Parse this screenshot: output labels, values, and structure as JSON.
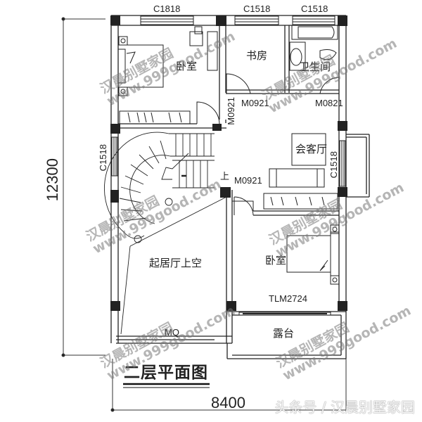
{
  "plan": {
    "title": "二层平面图",
    "dimensions": {
      "width": "8400",
      "height": "12300"
    },
    "windows": {
      "top_left": "C1818",
      "top_middle": "C1518",
      "top_right": "C1518",
      "left": "C1518",
      "right": "C1518"
    },
    "doors": {
      "bedroom1_vertical": "M0921",
      "study": "M0921",
      "bathroom": "M0821",
      "lounge": "M0921",
      "balcony_sliding": "TLM2724",
      "curtain_wall": "MQ"
    },
    "rooms": {
      "bedroom_top": "卧室",
      "study": "书房",
      "bathroom": "卫生间",
      "lounge": "会客厅",
      "void": "起居厅上空",
      "bedroom_bottom": "卧室",
      "terrace": "露台"
    },
    "stair_up_label": "上"
  },
  "watermarks": [
    {
      "line1": "汉晨别墅家园",
      "line2": "www.999good.com"
    }
  ],
  "footer": {
    "text": "头条号 / 汉晨别墅家园"
  }
}
